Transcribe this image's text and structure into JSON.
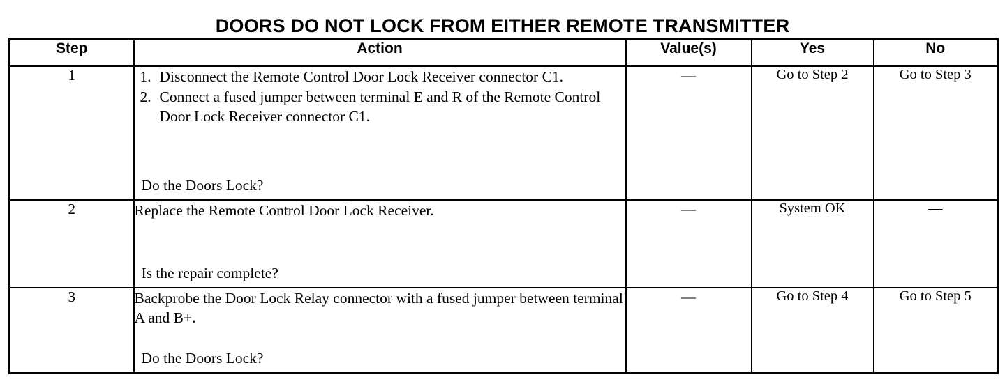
{
  "document": {
    "title": "DOORS DO NOT LOCK FROM EITHER REMOTE TRANSMITTER"
  },
  "table": {
    "headers": {
      "step": "Step",
      "action": "Action",
      "value": "Value(s)",
      "yes": "Yes",
      "no": "No"
    },
    "rows": [
      {
        "step": "1",
        "action_items": [
          {
            "num": "1.",
            "text": "Disconnect the Remote Control Door Lock Receiver connector C1."
          },
          {
            "num": "2.",
            "text": "Connect a fused jumper between terminal E and R of the Remote Control Door Lock Receiver connector C1."
          }
        ],
        "action_text": "",
        "question": "Do the Doors Lock?",
        "value": "—",
        "yes": "Go to Step 2",
        "no": "Go to Step 3"
      },
      {
        "step": "2",
        "action_items": [],
        "action_text": "Replace the Remote Control Door Lock Receiver.",
        "question": "Is the repair complete?",
        "value": "—",
        "yes": "System OK",
        "no": "—"
      },
      {
        "step": "3",
        "action_items": [],
        "action_text": "Backprobe the Door Lock Relay connector with a fused jumper between terminal A and B+.",
        "question": "Do the Doors Lock?",
        "value": "—",
        "yes": "Go to Step 4",
        "no": "Go to Step 5"
      }
    ]
  },
  "colors": {
    "ink": "#000000",
    "paper": "#ffffff"
  }
}
